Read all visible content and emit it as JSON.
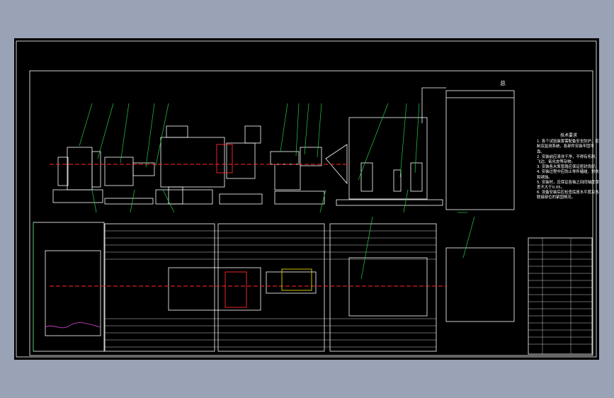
{
  "sheet": {
    "title": "总",
    "colors": {
      "background": "#9aa3b5",
      "sheet": "#000000",
      "frame": "#ffffff",
      "leader": "#22cc44",
      "accent_red": "#ff2a2a",
      "accent_yellow": "#e8d000",
      "accent_magenta": "#c040c0"
    }
  },
  "notes": {
    "title": "技术要求",
    "lines": [
      "1. 各个试验装置需配备安全防护、控制及监测系统，各部件安装牢固可靠。",
      "2. 安装前应清洗干净，不得有毛刺、飞边、氧化皮等杂物。",
      "3. 安装各水泵管路应保证密封良好。",
      "4. 安装过程中应防止零件磕碰、划伤和锈蚀。",
      "5. 安装时，应保证各轴之间同轴度误差不大于0.05。",
      "6. 设备安装后应检查底座水平度及各联接部位的紧固情况。"
    ]
  }
}
